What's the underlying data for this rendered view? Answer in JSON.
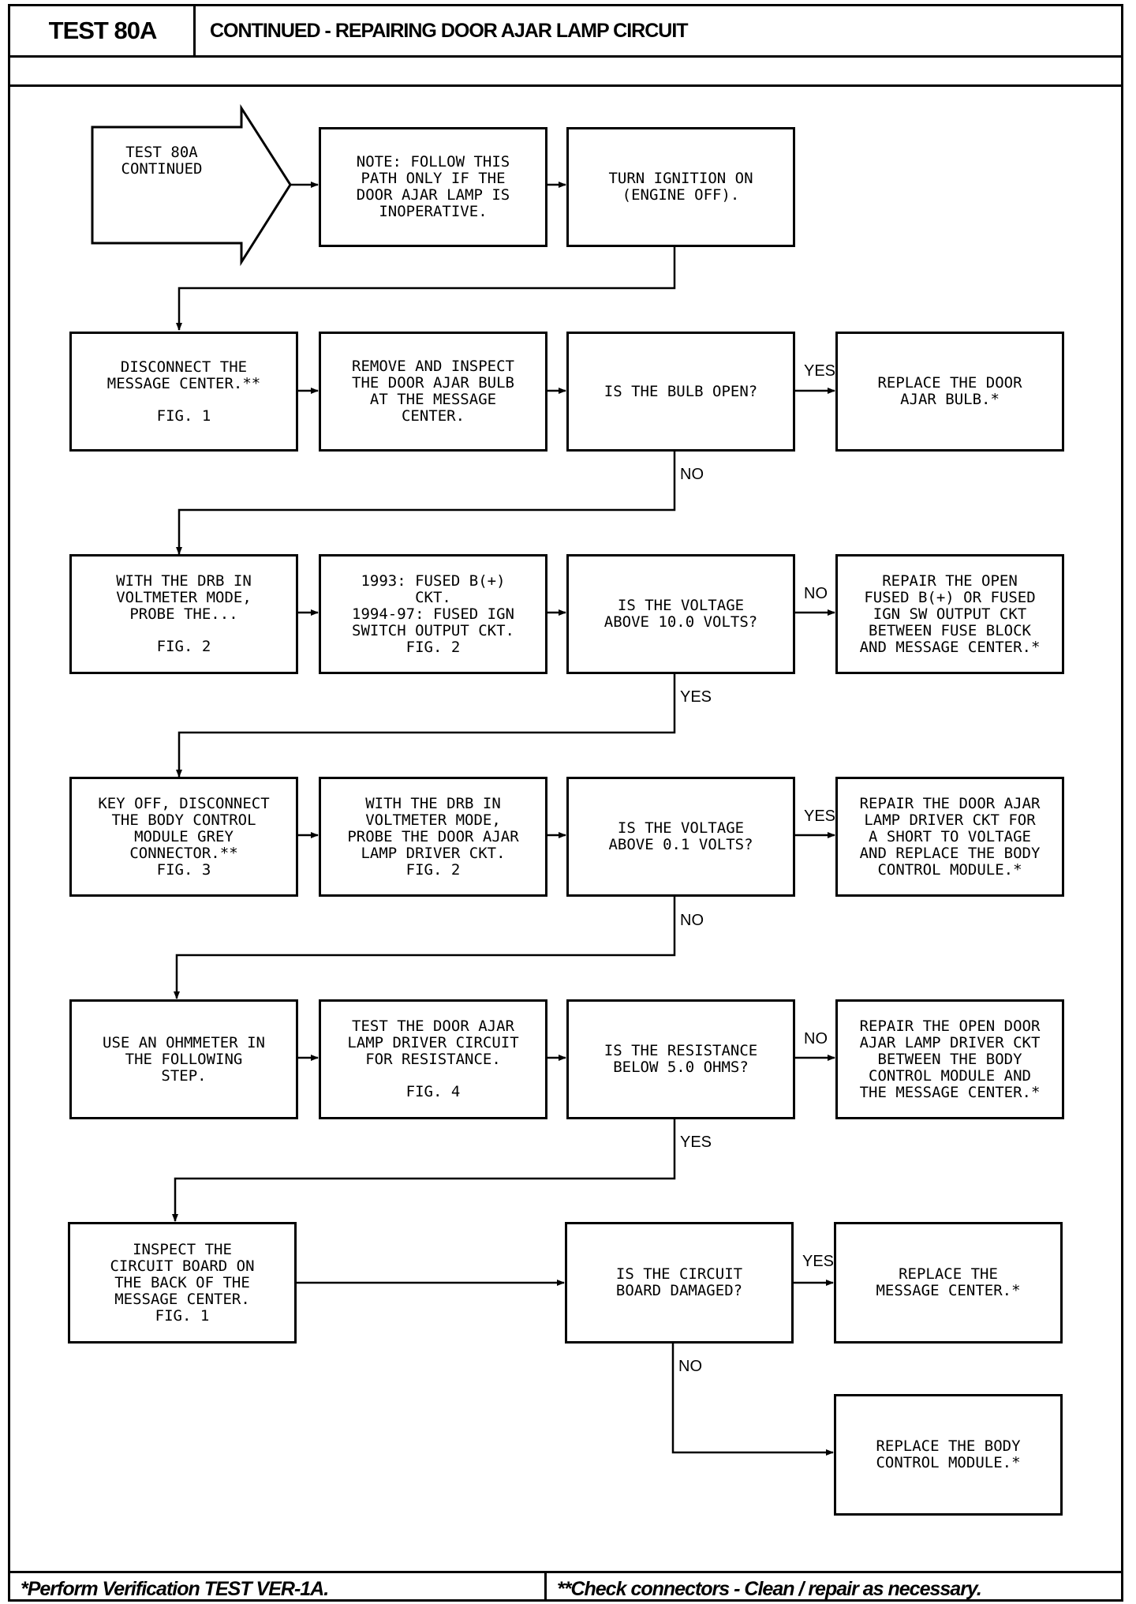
{
  "header": {
    "test_label": "TEST 80A",
    "title": "CONTINUED - REPAIRING DOOR AJAR LAMP CIRCUIT"
  },
  "start": {
    "text": "TEST 80A\nCONTINUED"
  },
  "row1": {
    "note": "NOTE:  FOLLOW THIS\nPATH ONLY IF THE\nDOOR AJAR LAMP IS\nINOPERATIVE.",
    "ignition": "TURN IGNITION ON\n(ENGINE OFF)."
  },
  "row2": {
    "disconnect": "DISCONNECT THE\nMESSAGE CENTER.**",
    "disconnect_fig": "FIG. 1",
    "inspect": "REMOVE AND INSPECT\nTHE DOOR AJAR BULB\nAT THE MESSAGE\nCENTER.",
    "question": "IS THE BULB OPEN?",
    "yes_label": "YES",
    "no_label": "NO",
    "result": "REPLACE THE DOOR\nAJAR BULB.*"
  },
  "row3": {
    "probe": "WITH THE DRB IN\nVOLTMETER MODE,\nPROBE THE...",
    "probe_fig": "FIG. 2",
    "fused": "1993: FUSED B(+)\nCKT.\n1994-97: FUSED IGN\nSWITCH OUTPUT CKT.\nFIG. 2",
    "question": "IS THE VOLTAGE\nABOVE 10.0 VOLTS?",
    "no_label": "NO",
    "yes_label": "YES",
    "result": "REPAIR THE OPEN\nFUSED B(+) OR FUSED\nIGN SW OUTPUT CKT\nBETWEEN FUSE BLOCK\nAND MESSAGE CENTER.*"
  },
  "row4": {
    "keyoff": "KEY OFF, DISCONNECT\nTHE BODY CONTROL\nMODULE GREY\nCONNECTOR.**\nFIG. 3",
    "probe": "WITH THE DRB IN\nVOLTMETER MODE,\nPROBE THE DOOR AJAR\nLAMP DRIVER CKT.\nFIG. 2",
    "question": "IS THE VOLTAGE\nABOVE 0.1 VOLTS?",
    "yes_label": "YES",
    "no_label": "NO",
    "result": "REPAIR THE DOOR AJAR\nLAMP DRIVER CKT FOR\nA SHORT TO VOLTAGE\nAND REPLACE THE BODY\nCONTROL MODULE.*"
  },
  "row5": {
    "ohmmeter": "USE AN OHMMETER IN\nTHE FOLLOWING\nSTEP.",
    "test": "TEST THE DOOR AJAR\nLAMP DRIVER CIRCUIT\nFOR RESISTANCE.",
    "test_fig": "FIG. 4",
    "question": "IS THE RESISTANCE\nBELOW 5.0 OHMS?",
    "no_label": "NO",
    "yes_label": "YES",
    "result": "REPAIR THE OPEN DOOR\nAJAR LAMP DRIVER CKT\nBETWEEN THE BODY\nCONTROL MODULE AND\nTHE MESSAGE CENTER.*"
  },
  "row6": {
    "inspect": "INSPECT THE\nCIRCUIT BOARD ON\nTHE BACK OF THE\nMESSAGE CENTER.\nFIG. 1",
    "question": "IS THE CIRCUIT\nBOARD DAMAGED?",
    "yes_label": "YES",
    "no_label": "NO",
    "result_yes": "REPLACE THE\nMESSAGE CENTER.*",
    "result_no": "REPLACE THE BODY\nCONTROL MODULE.*"
  },
  "footer": {
    "left": "*Perform Verification TEST VER-1A.",
    "right": "**Check connectors - Clean / repair as necessary."
  }
}
